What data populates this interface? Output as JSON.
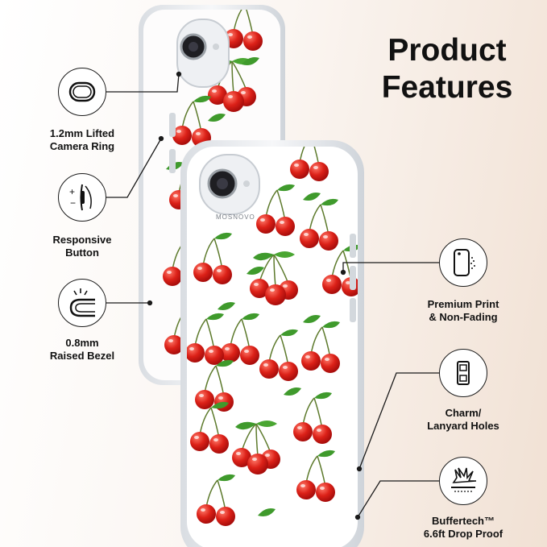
{
  "title": {
    "line1": "Product",
    "line2": "Features"
  },
  "brand": "MOSNOVO",
  "features": [
    {
      "id": "camera-ring",
      "icon": "camera-ring-icon",
      "line1": "1.2mm Lifted",
      "line2": "Camera Ring"
    },
    {
      "id": "button",
      "icon": "button-icon",
      "line1": "Responsive",
      "line2": "Button"
    },
    {
      "id": "bezel",
      "icon": "raised-bezel-icon",
      "line1": "0.8mm",
      "line2": "Raised Bezel"
    },
    {
      "id": "print",
      "icon": "phone-print-icon",
      "line1": "Premium Print",
      "line2": "& Non-Fading"
    },
    {
      "id": "lanyard",
      "icon": "lanyard-hole-icon",
      "line1": "Charm/",
      "line2": "Lanyard Holes"
    },
    {
      "id": "drop",
      "icon": "drop-impact-icon",
      "line1": "Buffertech™",
      "line2": "6.6ft Drop Proof"
    }
  ],
  "colors": {
    "cherry": "#d8201c",
    "leaf": "#3f9a2c",
    "frame": "#e3e6ea"
  }
}
